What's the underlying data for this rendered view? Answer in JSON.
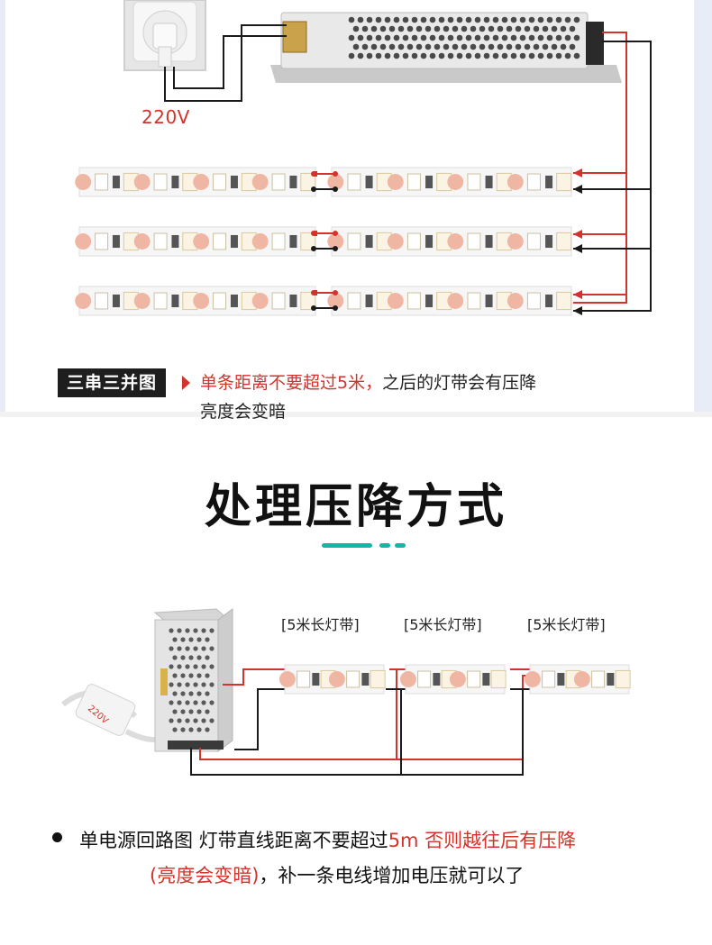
{
  "top": {
    "voltage_label": "220V",
    "tag": "三串三并图",
    "note_red": "单条距离不要超过5米，",
    "note_dark": "之后的灯带会有压降",
    "note_line2": "亮度会变暗"
  },
  "title": {
    "text": "处理压降方式"
  },
  "bottom_diagram": {
    "strip_labels": [
      "[5米长灯带]",
      "[5米长灯带]",
      "[5米长灯带]"
    ],
    "adapter_label": "220V"
  },
  "footer": {
    "line1_dark": "单电源回路图 灯带直线距离不要超过",
    "line1_red": "5m 否则越往后有压降",
    "line2_red": "(亮度会变暗)",
    "line2_dark": "，补一条电线增加电压就可以了"
  },
  "colors": {
    "accent_red": "#d2332b",
    "accent_teal": "#12b8a5",
    "wire_black": "#1a1a1a"
  }
}
